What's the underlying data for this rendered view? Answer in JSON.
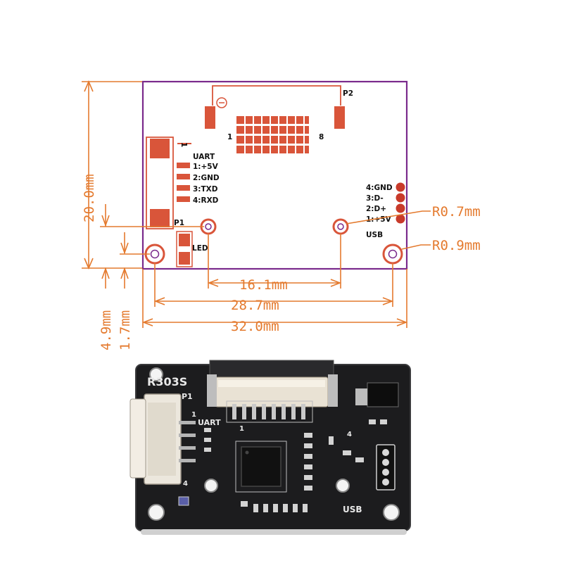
{
  "drawing": {
    "connector_p2": {
      "label": "P2",
      "pin_first": "1",
      "pin_last": "8"
    },
    "connector_p1": {
      "label": "P1",
      "pin_one_marker": "1",
      "group_label": "UART",
      "pins": [
        "1:+5V",
        "2:GND",
        "3:TXD",
        "4:RXD"
      ]
    },
    "led_label": "LED",
    "usb": {
      "label": "USB",
      "pins": [
        "4:GND",
        "3:D-",
        "2:D+",
        "1:+5V"
      ]
    },
    "dimensions": {
      "height": "20.0mm",
      "offset_a": "4.9mm",
      "offset_b": "1.7mm",
      "hole_spacing_inner": "16.1mm",
      "hole_spacing_outer": "28.7mm",
      "board_width": "32.0mm",
      "radius_small": "R0.7mm",
      "radius_large": "R0.9mm"
    },
    "colors": {
      "outline": "#7a2a8c",
      "pads": "#d9553a",
      "dimension": "#e47a2e"
    }
  },
  "photo": {
    "model": "R303S",
    "p1": "P1",
    "uart": "UART",
    "pin_1": "1",
    "pin_4": "4",
    "usb": "USB",
    "connector_pin_1": "1",
    "connector_pin_4": "4"
  }
}
